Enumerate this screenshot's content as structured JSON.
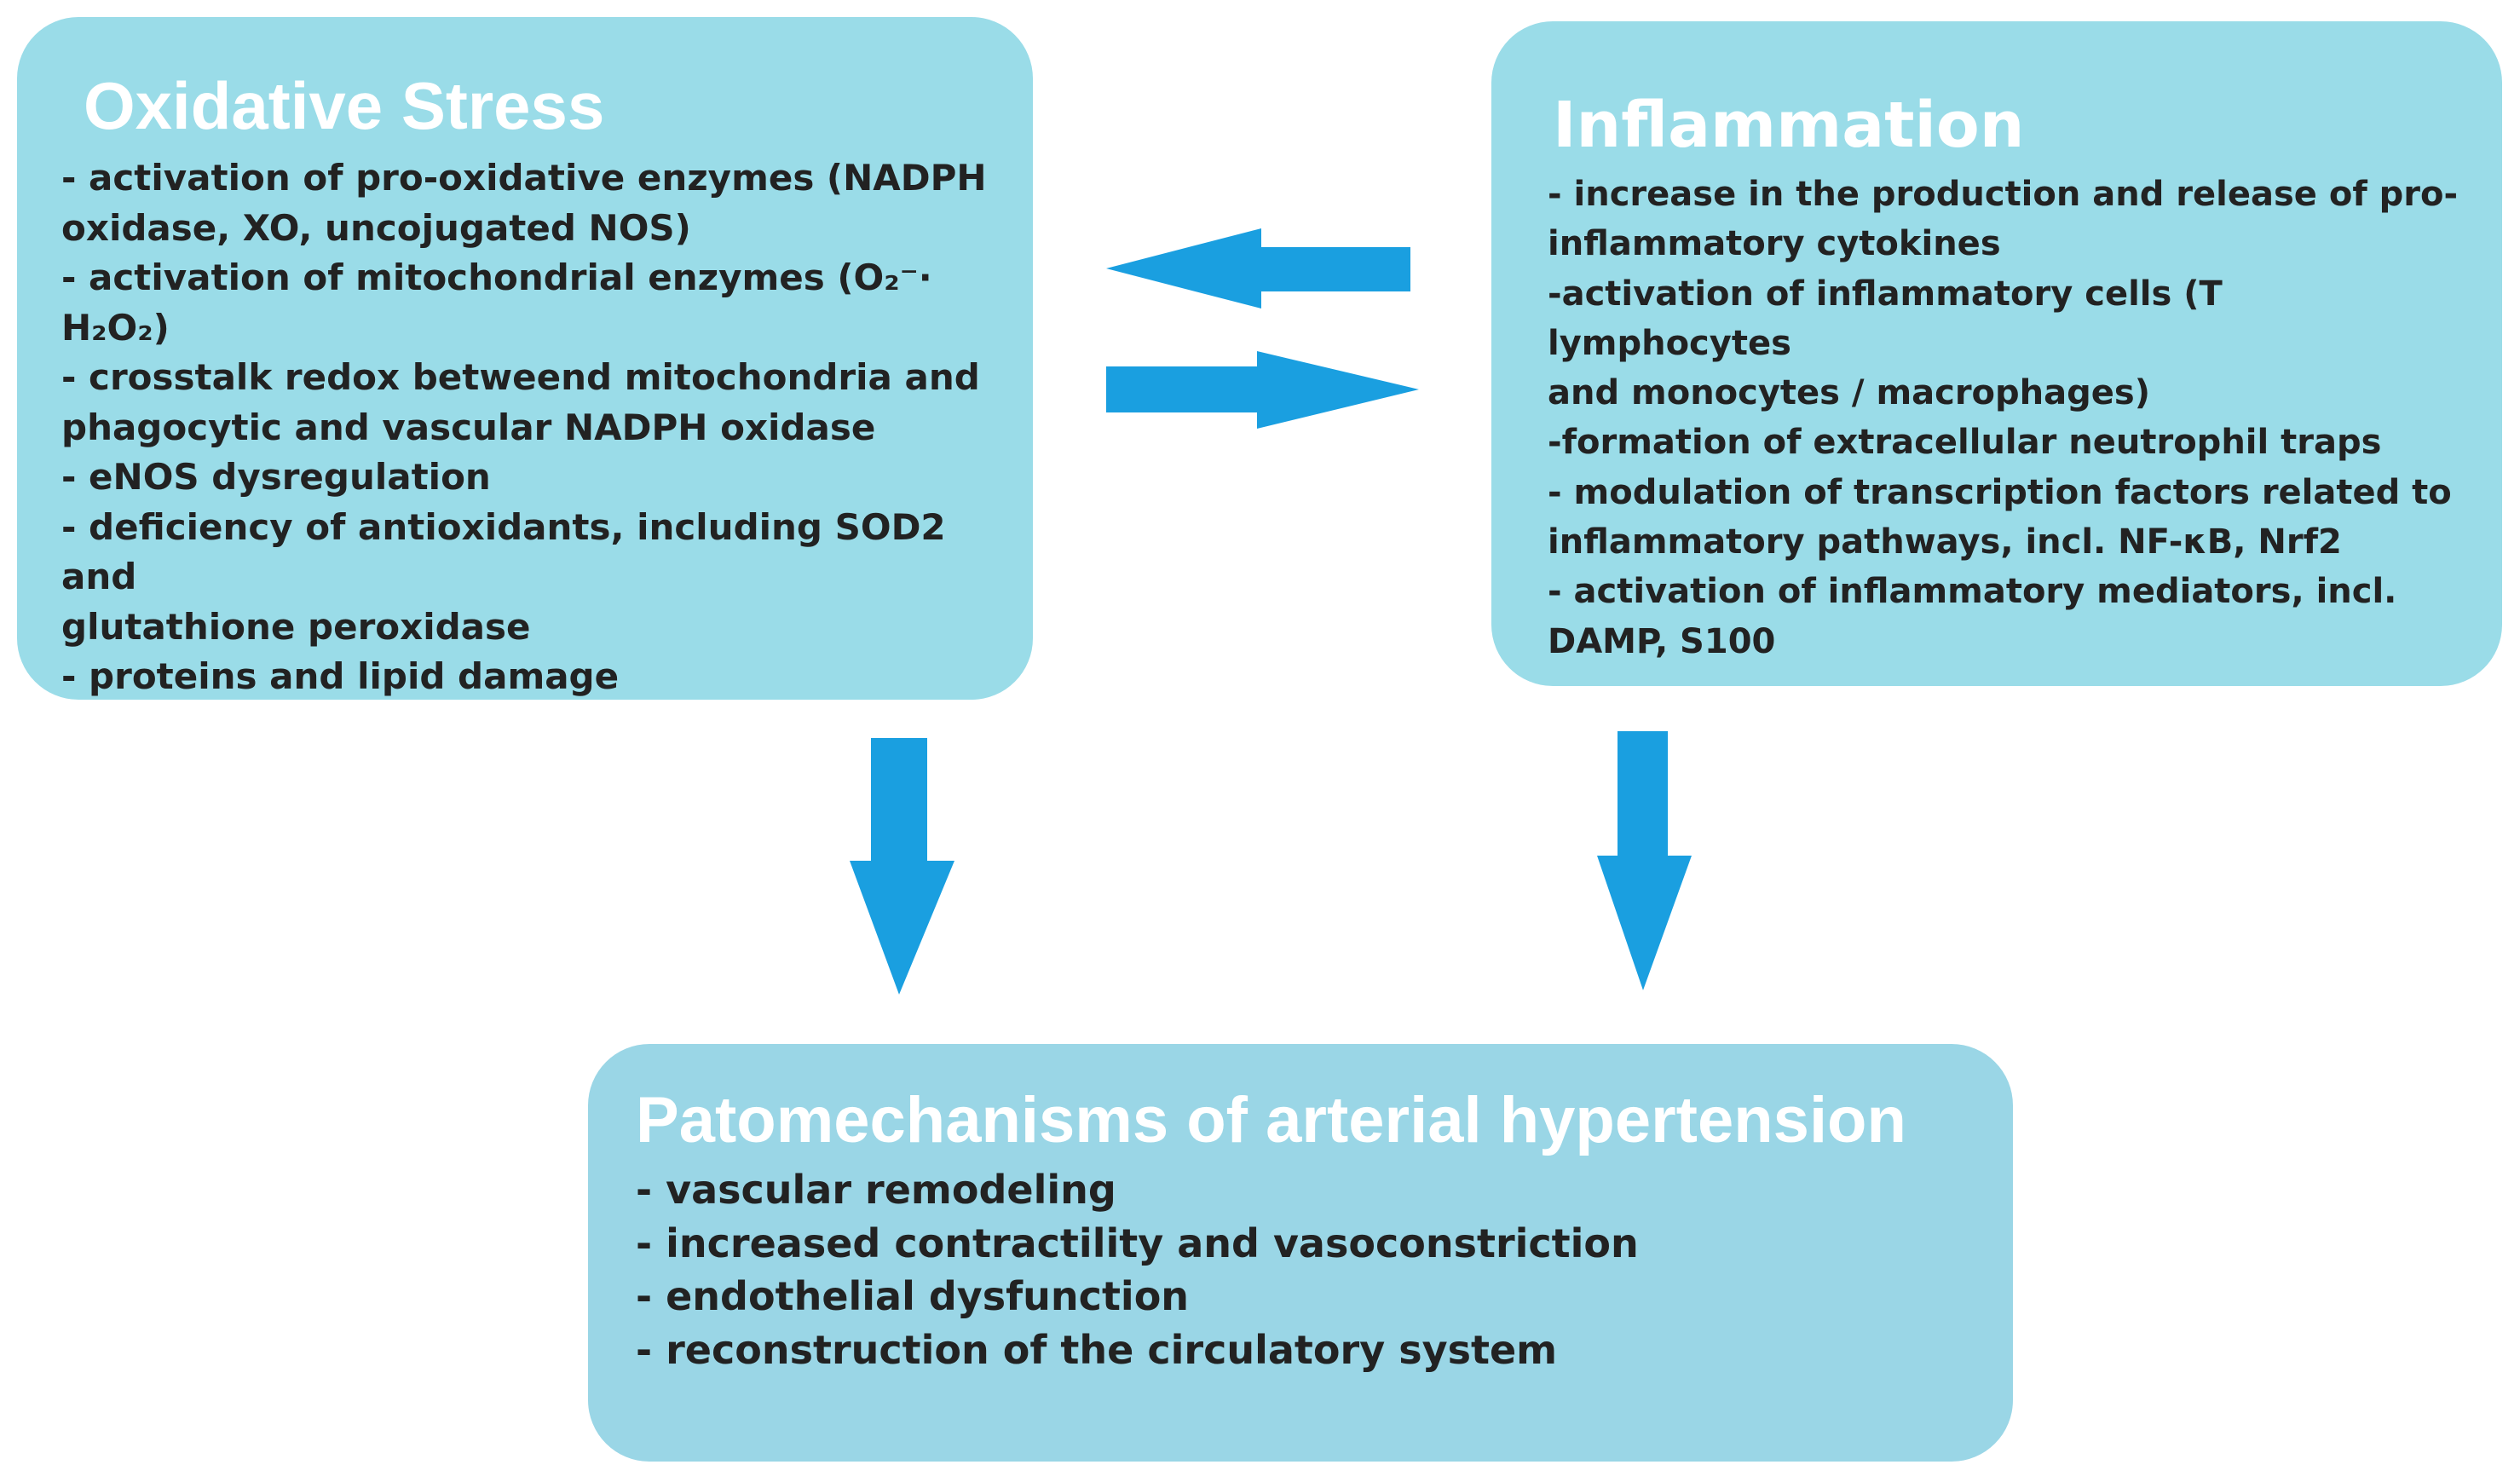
{
  "boxes": {
    "oxidative": {
      "title": "Oxidative Stress",
      "items": [
        "- activation of pro-oxidative enzymes (NADPH",
        "oxidase, XO, uncojugated NOS)",
        "- activation of mitochondrial enzymes (O₂⁻· H₂O₂)",
        "- crosstalk redox betweend mitochondria and",
        "phagocytic and vascular NADPH oxidase",
        "- eNOS dysregulation",
        "- deficiency of antioxidants, including SOD2 and",
        "glutathione peroxidase",
        "- proteins and lipid damage"
      ]
    },
    "inflammation": {
      "title": "Inflammation",
      "items": [
        "- increase in the production and release of pro-",
        "inflammatory cytokines",
        "-activation of inflammatory cells (T lymphocytes",
        "and monocytes / macrophages)",
        "-formation of extracellular neutrophil traps",
        "- modulation of transcription factors related to",
        "inflammatory pathways, incl. NF-κB, Nrf2",
        "- activation of inflammatory mediators, incl.",
        "DAMP, S100"
      ]
    },
    "hypertension": {
      "title": "Patomechanisms of arterial hypertension",
      "items": [
        "- vascular remodeling",
        "- increased contractility and vasoconstriction",
        "- endothelial dysfunction",
        "- reconstruction of the circulatory system"
      ]
    }
  },
  "colors": {
    "box_fill": "#9adce8",
    "arrow": "#1a9fe0",
    "title_text": "#ffffff",
    "body_text": "#222222"
  }
}
